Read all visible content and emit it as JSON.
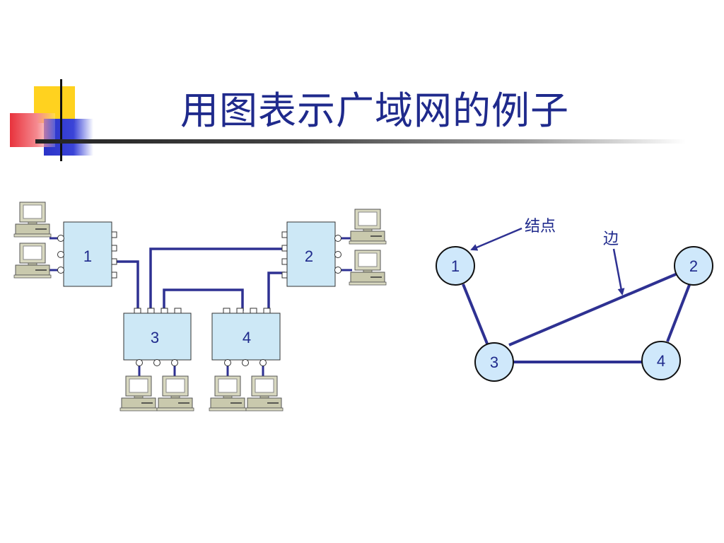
{
  "slide": {
    "title": "用图表示广域网的例子",
    "colors": {
      "title": "#1f2a8c",
      "wire": "#2e3192",
      "box_fill": "#cde8f6",
      "node_fill": "#cfe8fb",
      "logo_yellow": "#ffd21f",
      "logo_red": "#e8323c",
      "logo_blue": "#2a33c8"
    }
  },
  "network_diagram": {
    "switches": [
      {
        "label": "1"
      },
      {
        "label": "2"
      },
      {
        "label": "3"
      },
      {
        "label": "4"
      }
    ],
    "host_icon": "desktop-computer-icon"
  },
  "graph_diagram": {
    "nodes": [
      {
        "label": "1"
      },
      {
        "label": "2"
      },
      {
        "label": "3"
      },
      {
        "label": "4"
      }
    ],
    "edges": [
      [
        "1",
        "3"
      ],
      [
        "3",
        "2"
      ],
      [
        "2",
        "4"
      ],
      [
        "3",
        "4"
      ]
    ],
    "annotations": {
      "node_label": "结点",
      "edge_label": "边"
    }
  }
}
